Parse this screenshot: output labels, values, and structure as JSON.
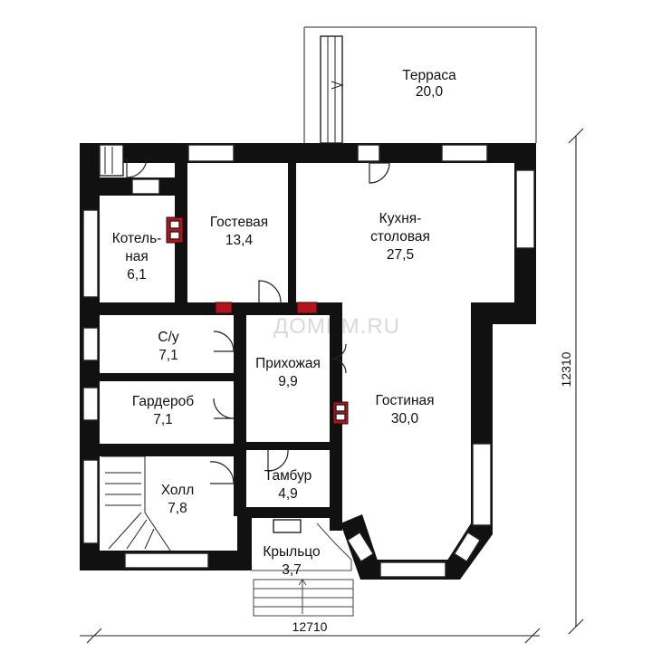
{
  "rooms": [
    {
      "id": "terrace",
      "name": "Терраса",
      "area": "20,0"
    },
    {
      "id": "guest",
      "name": "Гостевая",
      "area": "13,4"
    },
    {
      "id": "kitchen",
      "name_line1": "Кухня-",
      "name_line2": "столовая",
      "area": "27,5"
    },
    {
      "id": "boiler",
      "name_line1": "Котель-",
      "name_line2": "ная",
      "area": "6,1"
    },
    {
      "id": "bath",
      "name": "С/у",
      "area": "7,1"
    },
    {
      "id": "hallway",
      "name": "Прихожая",
      "area": "9,9"
    },
    {
      "id": "wardrobe",
      "name": "Гардероб",
      "area": "7,1"
    },
    {
      "id": "living",
      "name": "Гостиная",
      "area": "30,0"
    },
    {
      "id": "vestibule",
      "name": "Тамбур",
      "area": "4,9"
    },
    {
      "id": "hall",
      "name": "Холл",
      "area": "7,8"
    },
    {
      "id": "porch",
      "name": "Крыльцо",
      "area": "3,7"
    }
  ],
  "dimensions": {
    "width": "12710",
    "height": "12310"
  },
  "watermark": "ДОМБМ.RU"
}
